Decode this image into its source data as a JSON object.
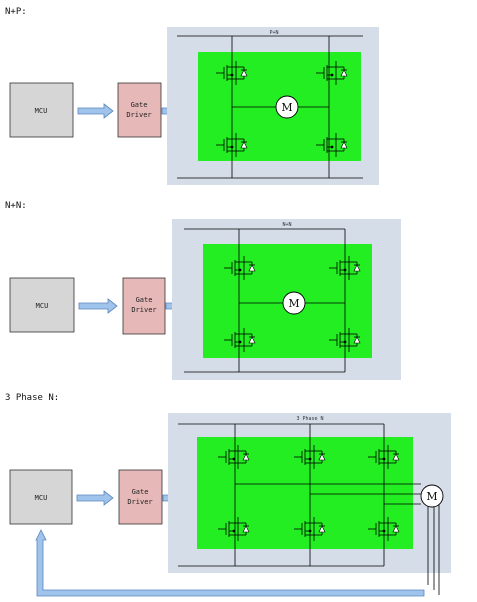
{
  "sections": [
    {
      "heading": "N+P:",
      "mcu": "MCU",
      "driver_line1": "Gate",
      "driver_line2": "Driver",
      "bridge_label": "P+N",
      "motor": "M"
    },
    {
      "heading": "N+N:",
      "mcu": "MCU",
      "driver_line1": "Gate",
      "driver_line2": "Driver",
      "bridge_label": "N+N",
      "motor": "M"
    },
    {
      "heading": "3 Phase N:",
      "mcu": "MCU",
      "driver_line1": "Gate",
      "driver_line2": "Driver",
      "bridge_label": "3 Phase N",
      "motor": "M"
    }
  ],
  "colors": {
    "mcu_fill": "#d6d6d6",
    "driver_fill": "#e6b9b8",
    "panel_fill": "#d5dde8",
    "board_fill": "#22ee22",
    "arrow_fill": "#9fc3ea",
    "arrow_stroke": "#5b86c0"
  }
}
